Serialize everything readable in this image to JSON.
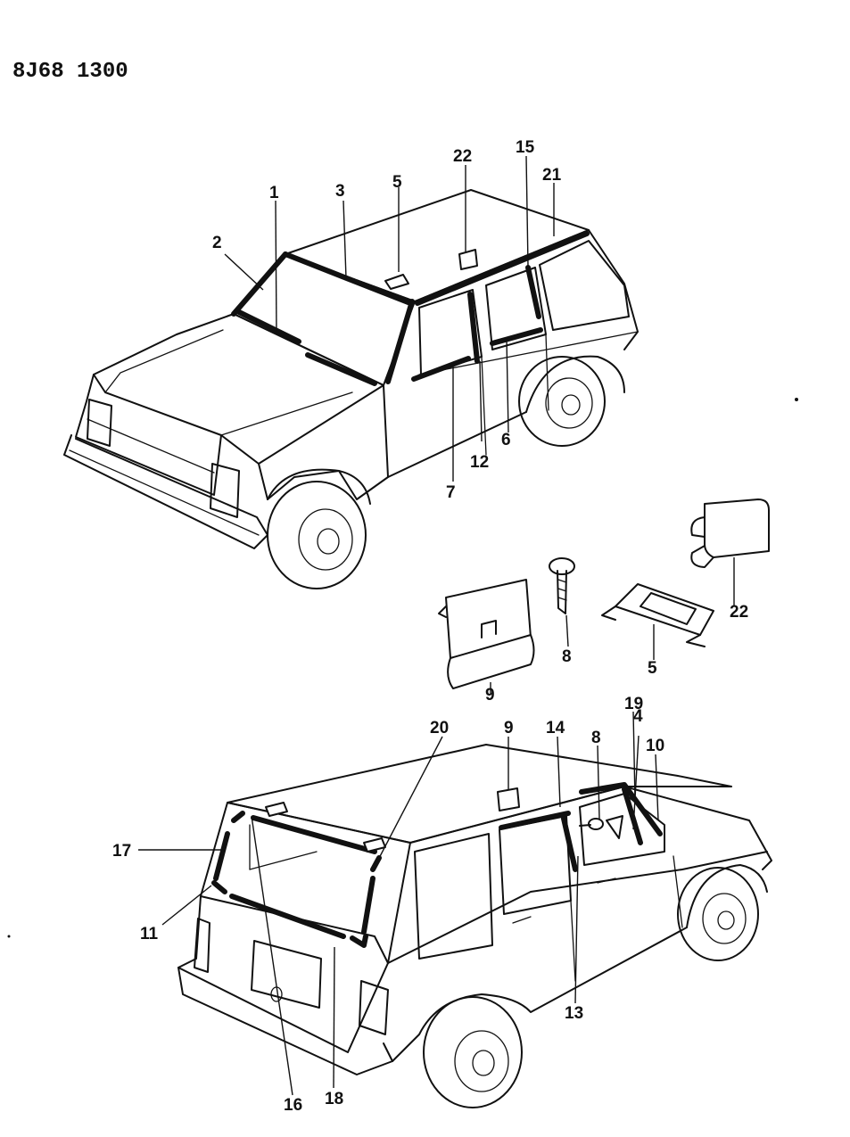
{
  "title": "8J68  1300",
  "labels": {
    "l1": "1",
    "l2": "2",
    "l3": "3",
    "l5a": "5",
    "l22a": "22",
    "l15": "15",
    "l21": "21",
    "l7": "7",
    "l12": "12",
    "l6": "6",
    "l8a": "8",
    "l22b": "22",
    "l5b": "5",
    "l9a": "9",
    "l20": "20",
    "l9b": "9",
    "l14": "14",
    "l8b": "8",
    "l4": "4",
    "l19": "19",
    "l10": "10",
    "l17": "17",
    "l11": "11",
    "l13": "13",
    "l16": "16",
    "l18": "18"
  }
}
